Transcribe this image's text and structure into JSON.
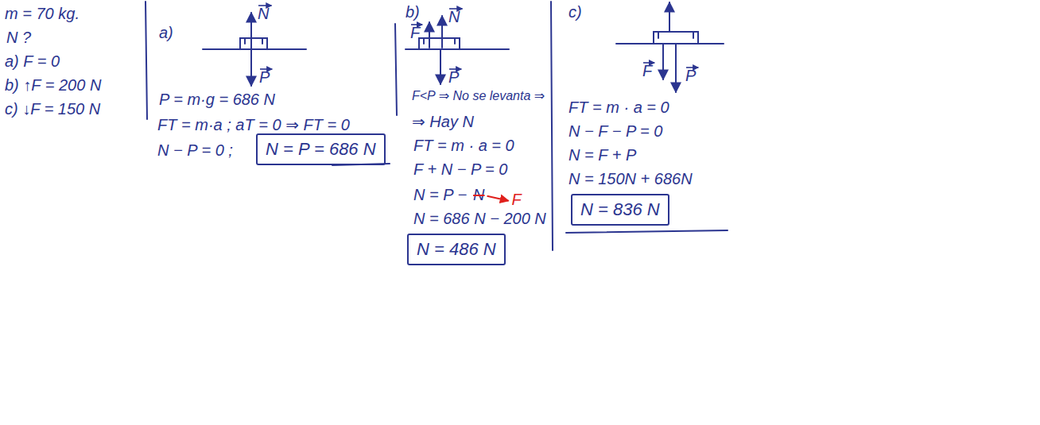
{
  "diagram": {
    "nodes": [
      {
        "text": [
          "N = P = 686 N"
        ]
      },
      {
        "text": [
          "N = 486 N"
        ]
      },
      {
        "text": [
          "N = 836 N"
        ]
      }
    ],
    "labels": [
      "m = 70 kg.",
      "N ?",
      "a) F = 0",
      "b) ↑F = 200 N",
      "c) ↓F = 150 N",
      "a)",
      "N",
      "P",
      "P = m·g = 686 N",
      "FT = m·a ; aT = 0 ⇒ FT = 0",
      "N − P = 0 ;",
      "b)",
      "F",
      "N",
      "P",
      "F<P ⇒ No se levanta ⇒",
      "⇒ Hay N",
      "FT = m · a = 0",
      "F + N − P = 0",
      "N = P −",
      "N",
      "F",
      "N = 686 N − 200 N",
      "c)",
      "F",
      "P",
      "FT = m · a = 0",
      "N − F − P = 0",
      "N = F + P",
      "N = 150N + 686N"
    ]
  }
}
